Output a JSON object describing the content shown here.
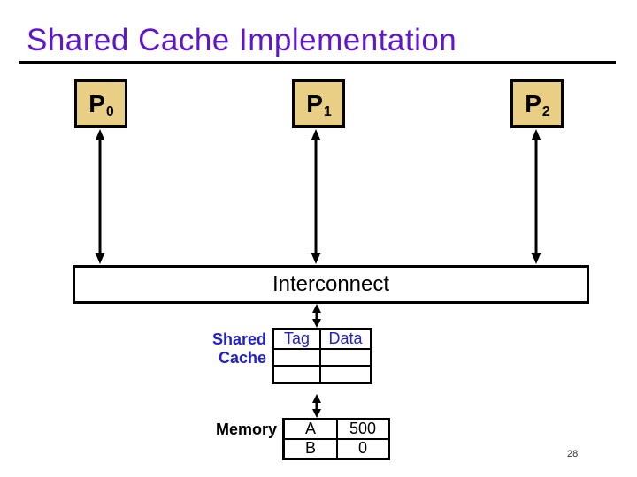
{
  "slide": {
    "title": "Shared Cache Implementation",
    "page_number": "28"
  },
  "processors": [
    {
      "name": "P",
      "sub": "0"
    },
    {
      "name": "P",
      "sub": "1"
    },
    {
      "name": "P",
      "sub": "2"
    }
  ],
  "interconnect": {
    "label": "Interconnect"
  },
  "shared_cache": {
    "label": [
      "Shared",
      "Cache"
    ],
    "table": {
      "headers": [
        "Tag",
        "Data"
      ],
      "rows": [
        [
          "",
          ""
        ],
        [
          "",
          ""
        ]
      ]
    }
  },
  "memory": {
    "label": "Memory",
    "table": {
      "rows": [
        [
          "A",
          "500"
        ],
        [
          "B",
          "0"
        ]
      ]
    }
  },
  "colors": {
    "title_purple": "#5E17CB",
    "processor_fill": "#E9CF86",
    "border_black": "#000000",
    "label_blue": "#2222CC",
    "page_gray": "#333333",
    "background": "#FFFFFF"
  }
}
